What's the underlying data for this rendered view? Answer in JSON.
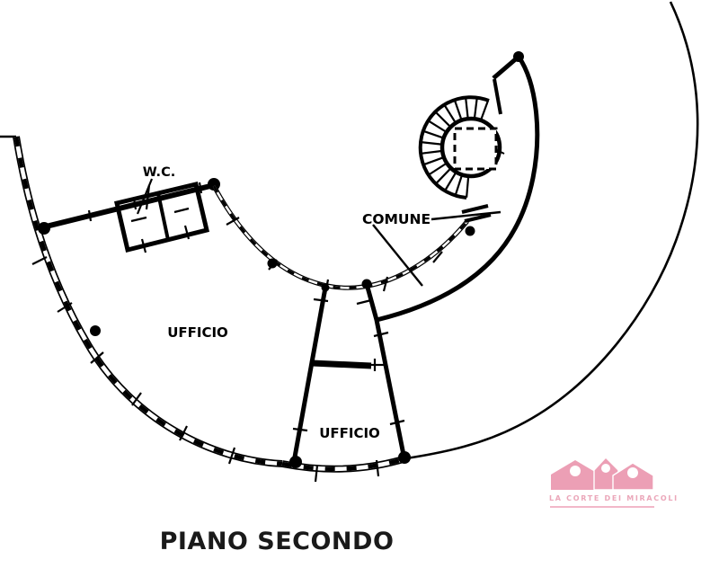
{
  "floor_plan": {
    "title": "PIANO SECONDO",
    "rooms": {
      "wc": "W.C.",
      "comune": "COMUNE",
      "ufficio_left": "UFFICIO",
      "ufficio_bottom": "UFFICIO"
    }
  },
  "logo": {
    "text": "LA CORTE DEI MIRACOLI",
    "house_color": "#EC9FB5",
    "text_color": "#EBA7BA",
    "underline_color": "#F2B8C9"
  },
  "colors": {
    "ink": "#000000",
    "paper": "#FFFFFF"
  }
}
